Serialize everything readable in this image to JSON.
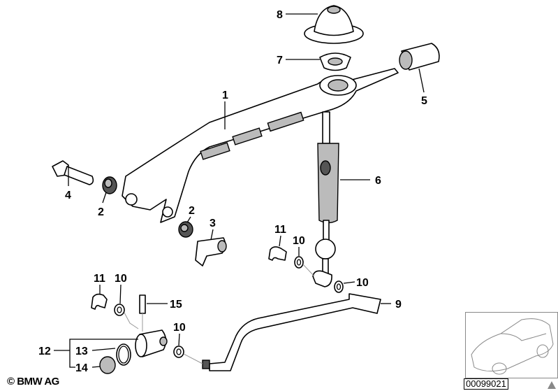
{
  "diagram": {
    "callouts": {
      "c8": "8",
      "c7": "7",
      "c1": "1",
      "c5": "5",
      "c6": "6",
      "c4": "4",
      "c2a": "2",
      "c2b": "2",
      "c3": "3",
      "c11a": "11",
      "c10a": "10",
      "c10b": "10",
      "c9": "9",
      "c11b": "11",
      "c10c": "10",
      "c15": "15",
      "c10d": "10",
      "c12": "12",
      "c13": "13",
      "c14": "14"
    }
  },
  "footer": {
    "copyright": "© BMW AG",
    "image_id": "00099021"
  },
  "colors": {
    "lines": "#000000",
    "parts_shade": "#bbbbbb"
  }
}
